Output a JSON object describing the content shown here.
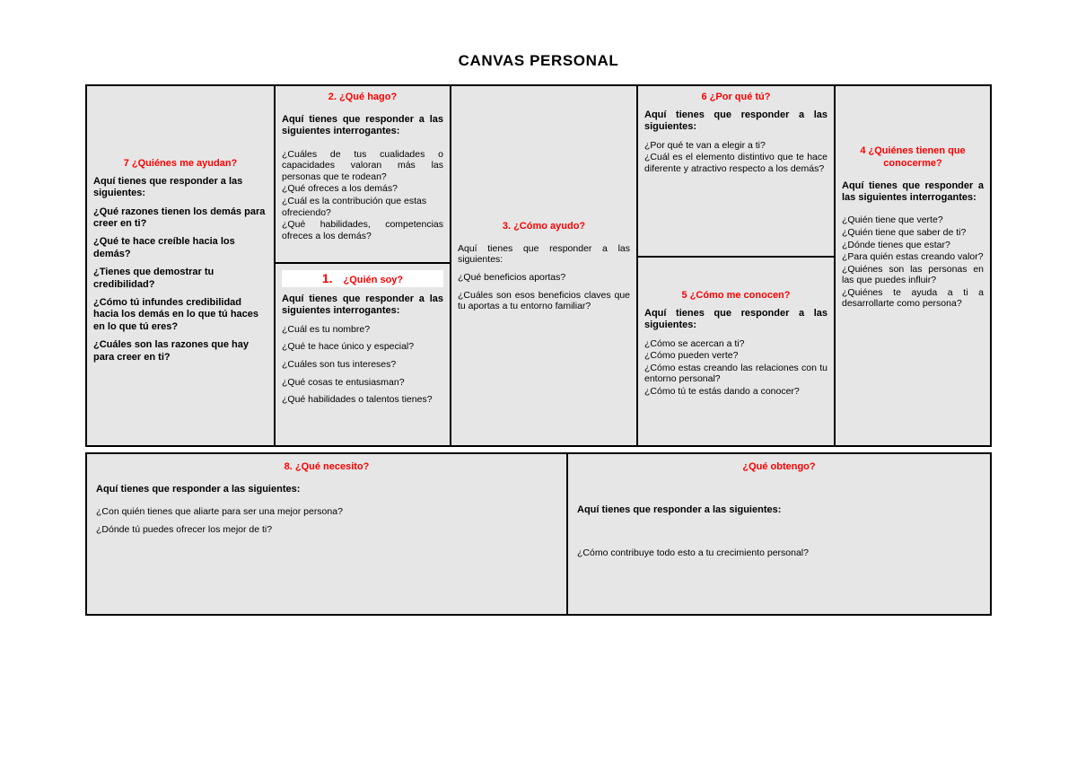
{
  "document": {
    "title": "CANVAS PERSONAL",
    "colors": {
      "accent_red": "#ff0000",
      "cell_background": "#e6e6e6",
      "border": "#000000",
      "text": "#000000"
    }
  },
  "sections": {
    "s7": {
      "title": "7 ¿Quiénes me ayudan?",
      "lead": "Aquí tienes que responder a las siguientes:",
      "questions": [
        "¿Qué razones tienen los demás para creer en ti?",
        "¿Qué te hace creíble hacia los demás?",
        "¿Tienes que demostrar tu credibilidad?",
        "¿Cómo tú infundes credibilidad hacia los demás en lo que tú haces en lo que tú eres?",
        "¿Cuáles son las razones que hay para creer en ti?"
      ]
    },
    "s2": {
      "title": "2. ¿Qué hago?",
      "lead": "Aquí tienes que responder a las siguientes interrogantes:",
      "questions": [
        "¿Cuáles de tus cualidades o capacidades valoran más las personas que te rodean?",
        "¿Qué ofreces a los demás?",
        "¿Cuál es la contribución que estas ofreciendo?",
        "¿Qué habilidades, competencias ofreces a los demás?"
      ]
    },
    "s1": {
      "number": "1.",
      "title": "¿Quién soy?",
      "lead": "Aquí tienes que responder a las siguientes interrogantes:",
      "questions": [
        " ¿Cuál es tu nombre?",
        "¿Qué te hace único y especial?",
        "¿Cuáles son tus intereses?",
        "¿Qué cosas te entusiasman?",
        "¿Qué habilidades o talentos tienes?"
      ]
    },
    "s3": {
      "title": "3. ¿Cómo ayudo?",
      "lead": "  Aquí tienes que responder a las siguientes:",
      "questions": [
        "¿Qué beneficios aportas?",
        "¿Cuáles son esos beneficios claves que tu aportas a tu entorno familiar?"
      ]
    },
    "s6": {
      "title": "6 ¿Por qué tú?",
      "lead": "Aquí tienes que responder a las siguientes:",
      "questions": [
        "¿Por qué te van a elegir a ti?",
        "¿Cuál es el elemento distintivo que te hace diferente y atractivo respecto a los demás?"
      ]
    },
    "s5": {
      "title": "5 ¿Cómo me conocen?",
      "lead": "Aquí tienes que responder a las siguientes:",
      "questions": [
        "¿Cómo se acercan a ti?",
        "¿Cómo pueden verte?",
        "¿Cómo estas creando las relaciones con tu entorno personal?",
        "¿Cómo tú te estás dando a conocer?"
      ]
    },
    "s4": {
      "title": "4 ¿Quiénes tienen que conocerme?",
      "lead": " Aquí tienes que responder a las siguientes interrogantes:",
      "questions": [
        "¿Quién tiene que verte?",
        "¿Quién tiene que saber de ti?",
        "¿Dónde tienes que estar?",
        "¿Para quién estas creando valor?",
        "¿Quiénes son las personas en las que puedes influir?",
        "¿Quiénes te ayuda a ti a desarrollarte como persona?"
      ]
    },
    "s8": {
      "title": "8. ¿Qué necesito?",
      "lead": " Aquí tienes que responder a las siguientes:",
      "questions": [
        "¿Con quién tienes que aliarte para ser una mejor persona?",
        "¿Dónde tú puedes ofrecer los mejor de ti?"
      ]
    },
    "s9": {
      "title": "¿Qué obtengo?",
      "lead": "Aquí tienes que responder a las siguientes:",
      "questions": [
        "¿Cómo contribuye todo esto a tu crecimiento personal?"
      ]
    }
  }
}
